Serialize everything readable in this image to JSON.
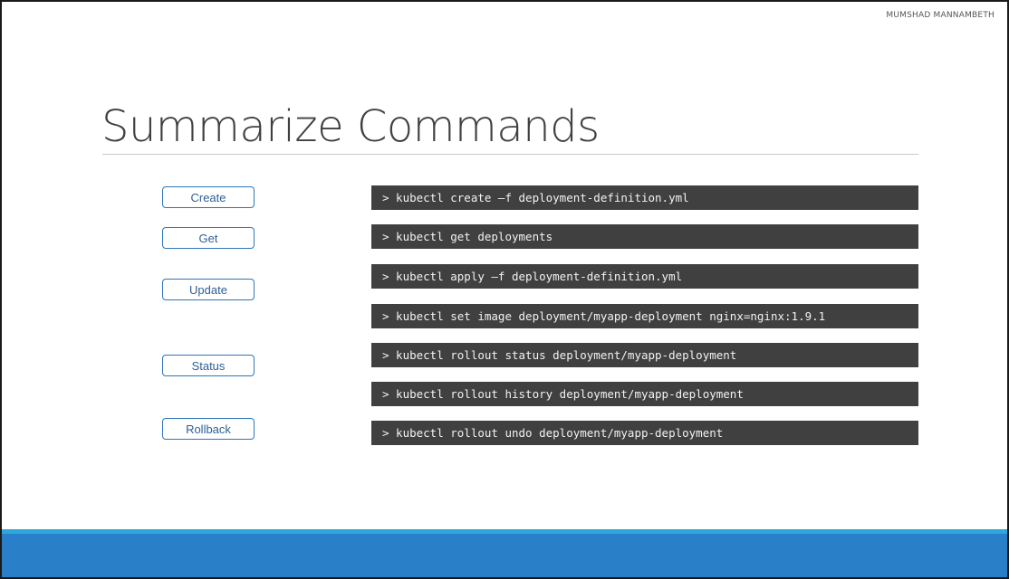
{
  "slide": {
    "author": "MUMSHAD MANNAMBETH",
    "title": "Summarize Commands"
  },
  "labels": {
    "create": "Create",
    "get": "Get",
    "update": "Update",
    "status": "Status",
    "rollback": "Rollback"
  },
  "commands": [
    "> kubectl create –f deployment-definition.yml",
    "> kubectl get deployments",
    "> kubectl apply –f deployment-definition.yml",
    "> kubectl set image deployment/myapp-deployment nginx=nginx:1.9.1",
    "> kubectl rollout status deployment/myapp-deployment",
    "> kubectl rollout history deployment/myapp-deployment",
    "> kubectl rollout undo deployment/myapp-deployment"
  ],
  "colors": {
    "accent_blue": "#2980c9",
    "accent_light_blue": "#2ea8dc",
    "command_bg": "#404040",
    "label_border": "#2e75b6"
  }
}
